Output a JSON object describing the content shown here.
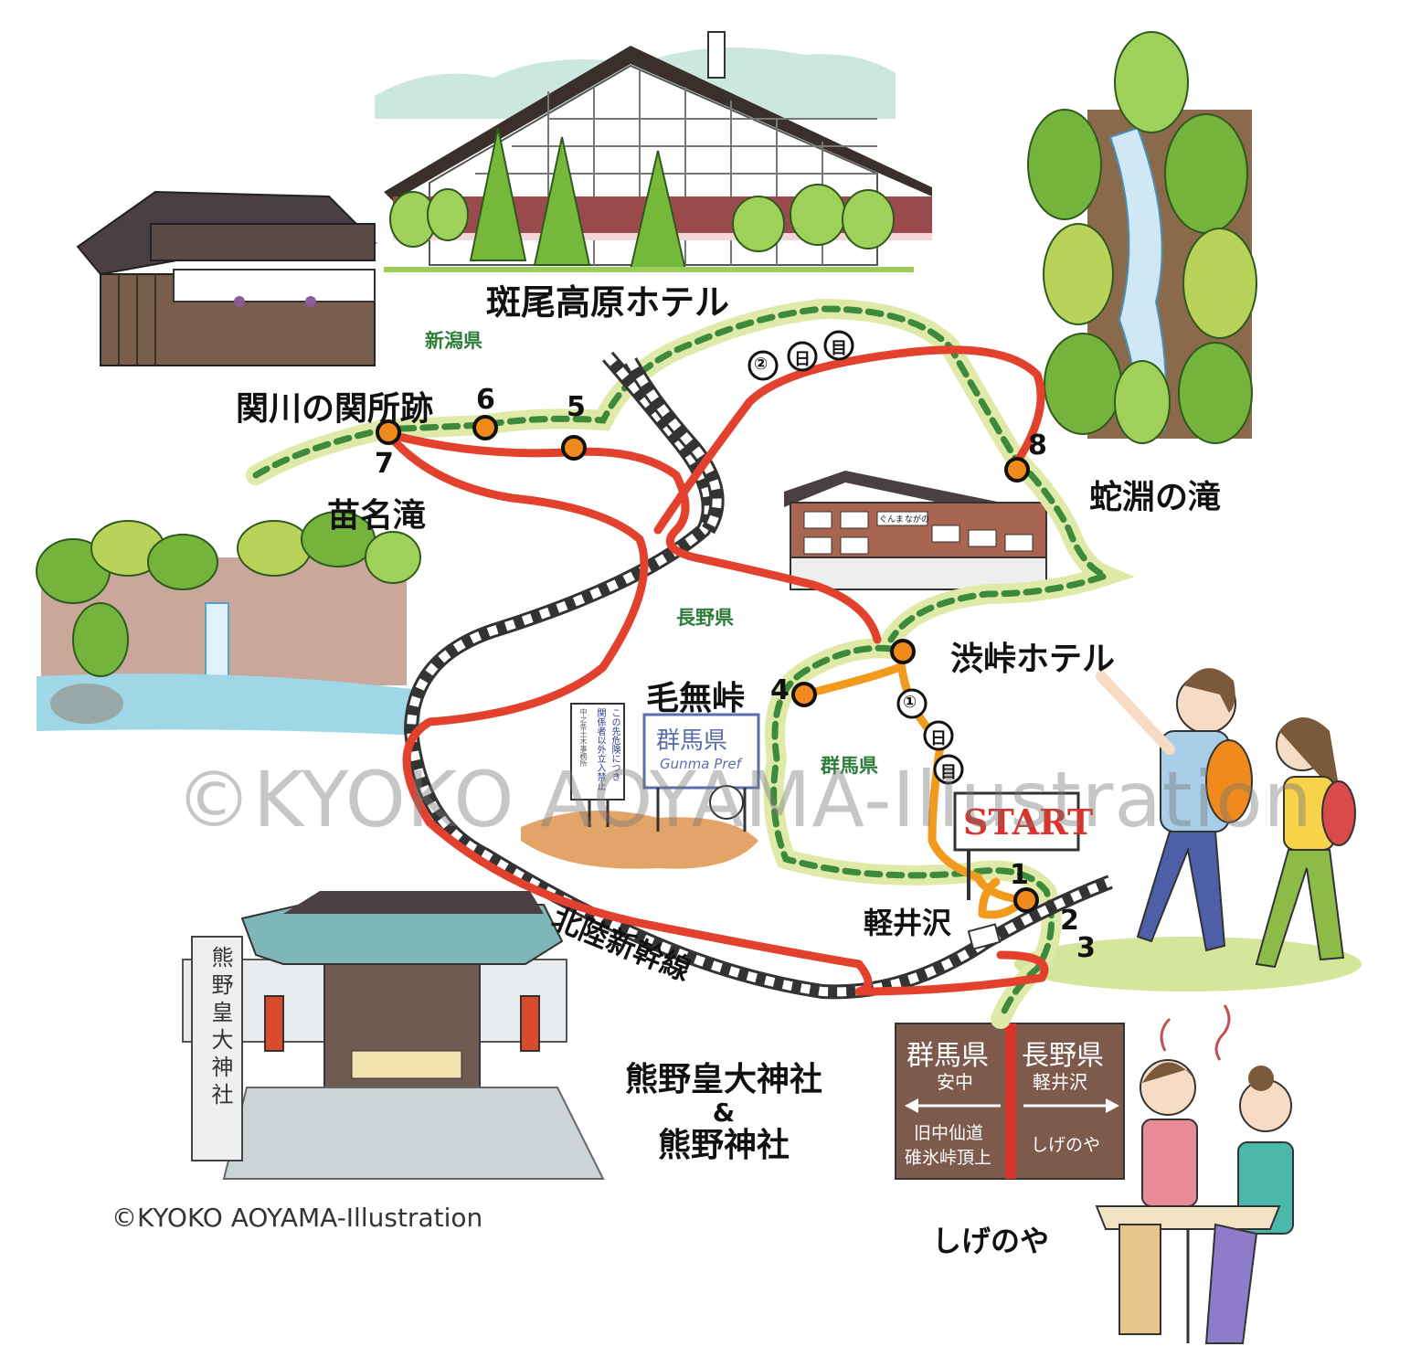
{
  "hotel_title": "斑尾高原ホテル",
  "prefectures": {
    "niigata": "新潟県",
    "nagano": "長野県",
    "gunma": "群馬県"
  },
  "places": {
    "sekisho": "関川の関所跡",
    "naenataki": "苗名滝",
    "jabuchi": "蛇淵の滝",
    "shibu_hotel": "渋峠ホテル",
    "kenashi": "毛無峠",
    "karuizawa": "軽井沢",
    "shrine_line1": "熊野皇大神社",
    "shrine_amp": "&",
    "shrine_line2": "熊野神社",
    "shigenoya": "しげのや",
    "shinkansen": "北陸新幹線"
  },
  "stop_numbers": [
    "1",
    "2",
    "3",
    "4",
    "5",
    "6",
    "7",
    "8"
  ],
  "day_markers": {
    "route_a": [
      "②",
      "日",
      "目"
    ],
    "route_b": [
      "①",
      "日",
      "目"
    ]
  },
  "start_sign": "START",
  "gunma_sign": {
    "title": "群馬県",
    "sub": "Gunma Pref"
  },
  "warning_sign": {
    "col1": "この先危険につき",
    "col2": "関係者以外立入禁止",
    "col3": "中之条土木事務所"
  },
  "boundary_sign": {
    "left_pref": "群馬県",
    "left_city": "安中",
    "left_line1": "旧中仙道",
    "left_line2": "碓氷峠頂上",
    "right_pref": "長野県",
    "right_city": "軽井沢",
    "right_line1": "しげのや"
  },
  "pillar_text": "熊野皇大神社",
  "hotel_sign": {
    "a": "ぐんま",
    "b": "ながの"
  },
  "watermark_big": "©KYOKO AOYAMA-Illustration",
  "watermark_small": "©KYOKO AOYAMA-Illustration",
  "colors": {
    "route_red": "#e2412e",
    "route_orange": "#f29a1d",
    "trail_green": "#3d8a3d",
    "trail_glow": "#dfeaa8",
    "stop_dot": "#f08a1c"
  }
}
